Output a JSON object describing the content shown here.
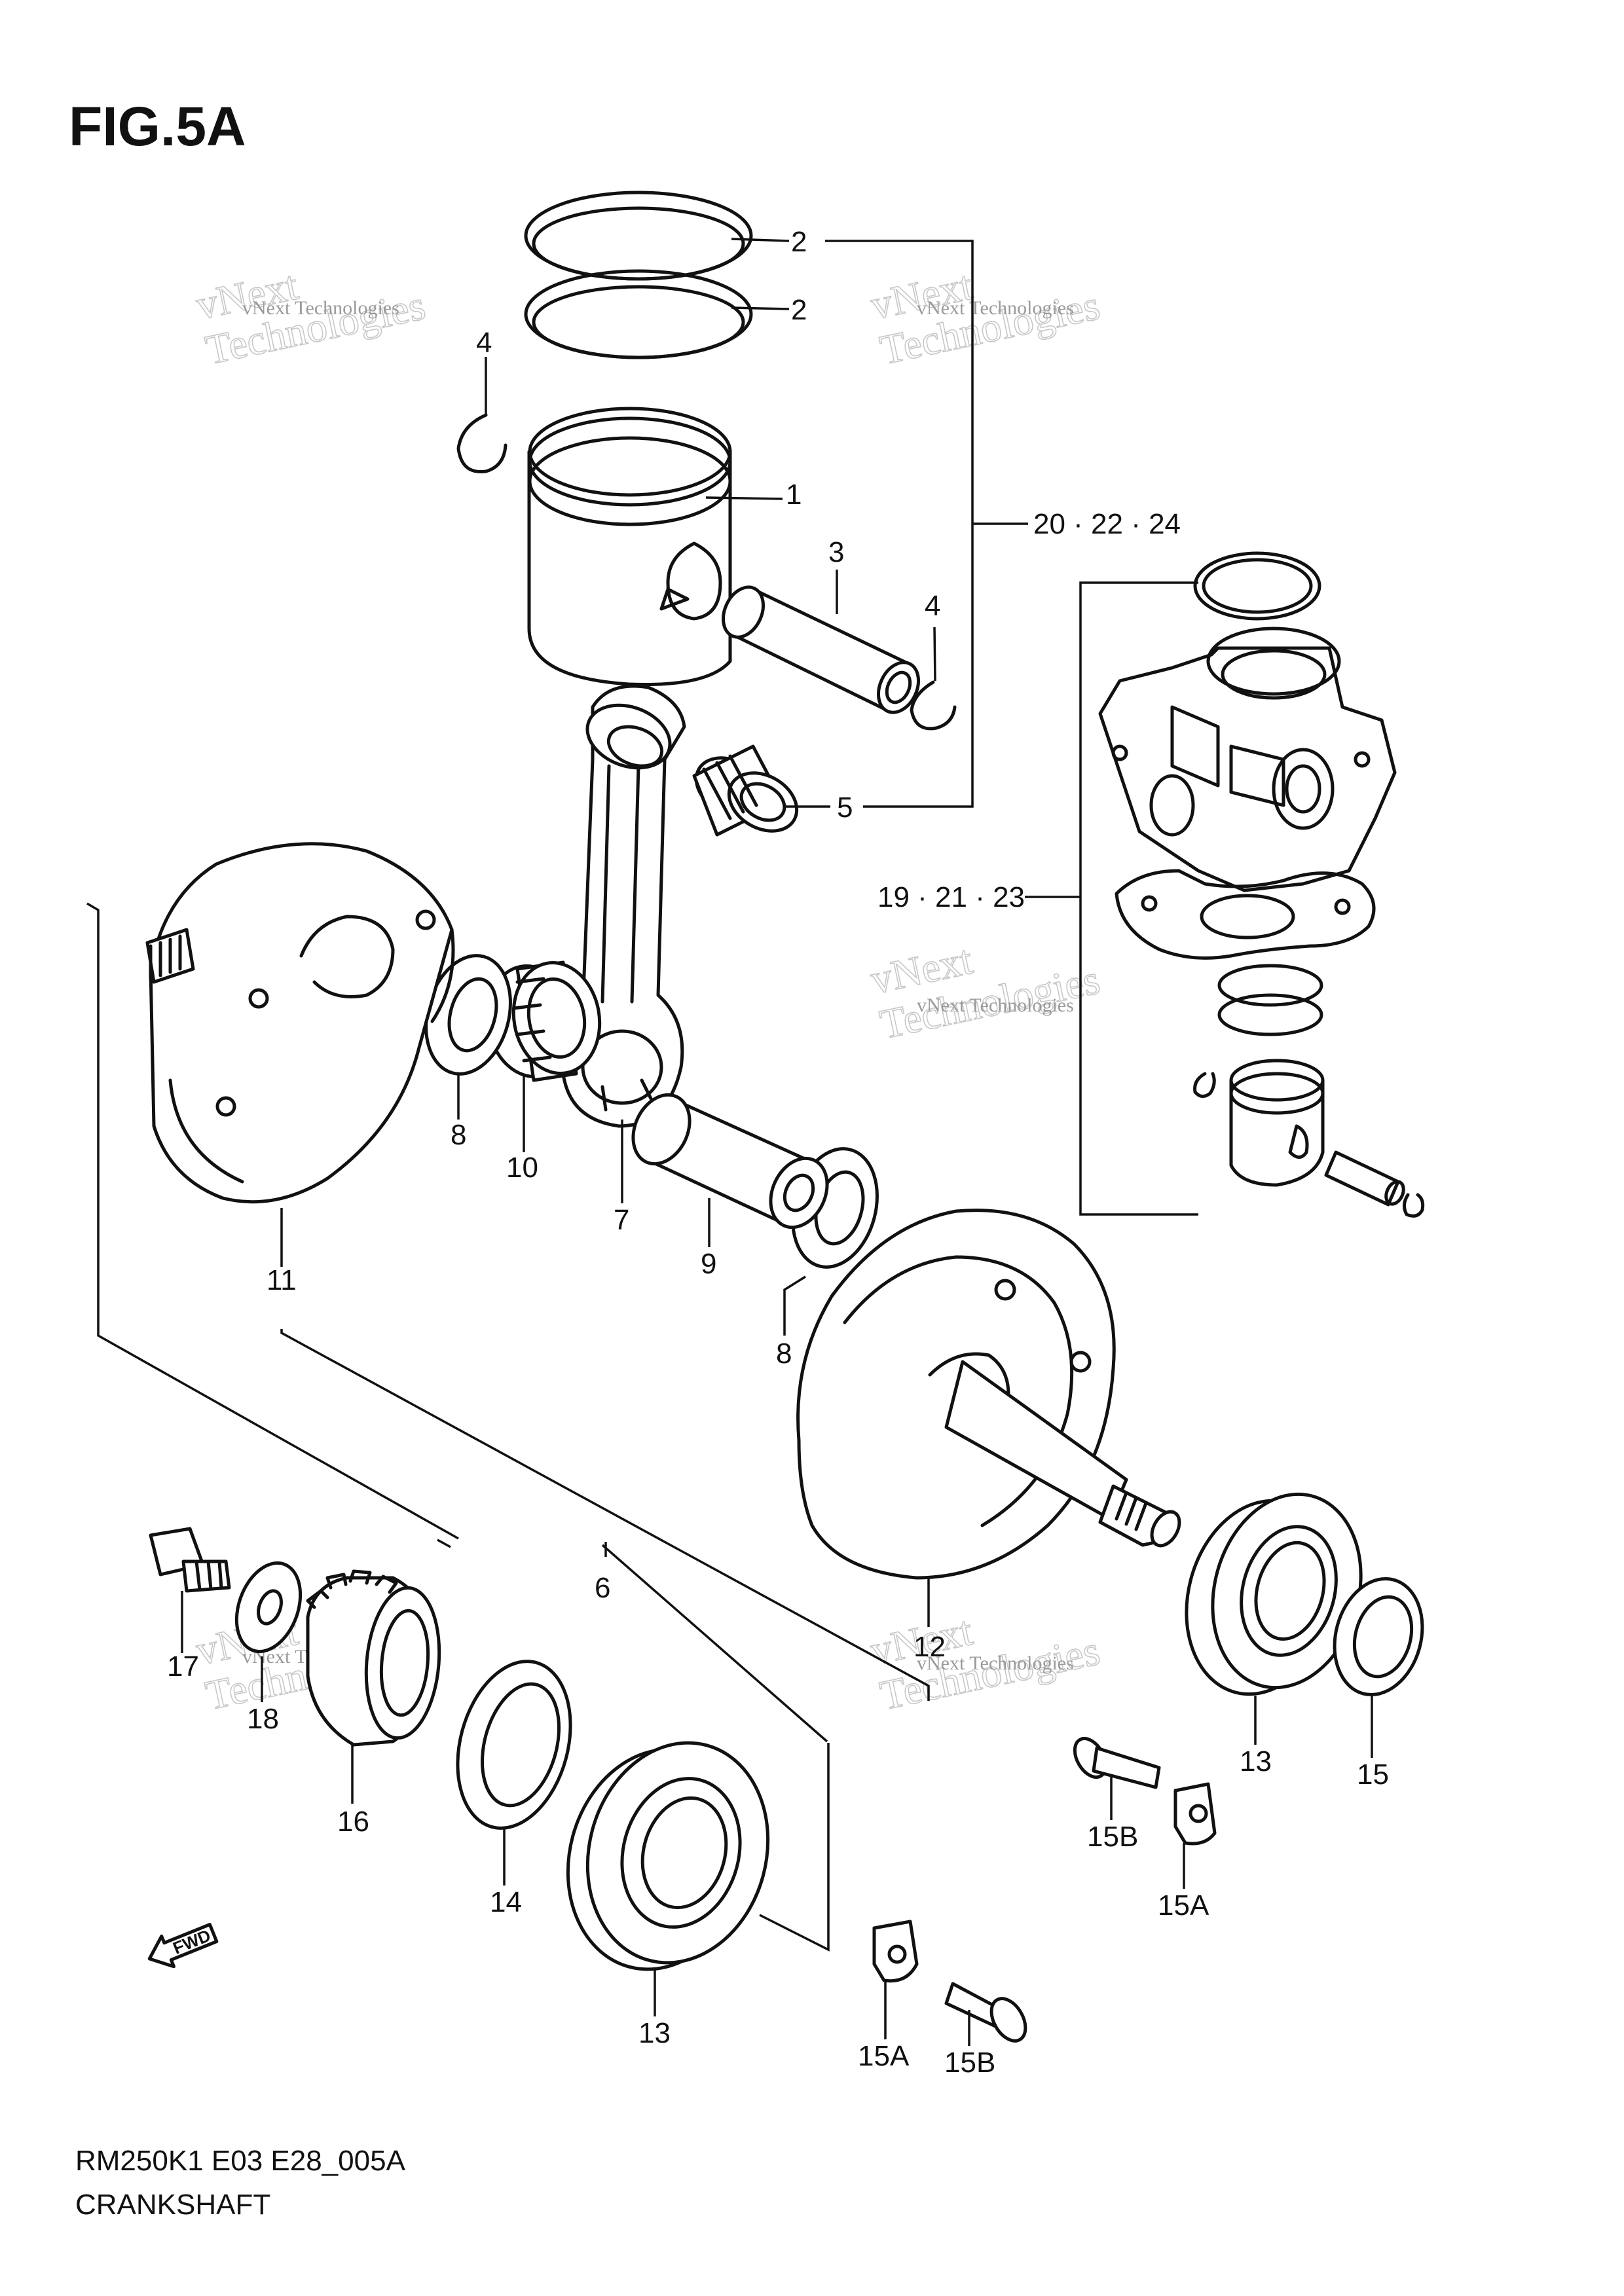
{
  "figure": {
    "title": "FIG.5A",
    "model_code": "RM250K1 E03 E28_005A",
    "section_name": "CRANKSHAFT"
  },
  "watermark": {
    "line1": "vNext Technologies",
    "line2": "vNext",
    "line3": "Technologies"
  },
  "fwd_label": "FWD",
  "callouts": {
    "c1": "1",
    "c2a": "2",
    "c2b": "2",
    "c3": "3",
    "c4a": "4",
    "c4b": "4",
    "c5": "5",
    "c6": "6",
    "c7": "7",
    "c8a": "8",
    "c8b": "8",
    "c9": "9",
    "c10": "10",
    "c11": "11",
    "c12": "12",
    "c13a": "13",
    "c13b": "13",
    "c14": "14",
    "c15": "15",
    "c15a1": "15A",
    "c15a2": "15A",
    "c15b1": "15B",
    "c15b2": "15B",
    "c16": "16",
    "c17": "17",
    "c18": "18",
    "kit_top": "20 · 22 · 24",
    "kit_side": "19 · 21 · 23"
  },
  "colors": {
    "line": "#111111",
    "background": "#ffffff",
    "watermark": "#9a9a9a"
  }
}
